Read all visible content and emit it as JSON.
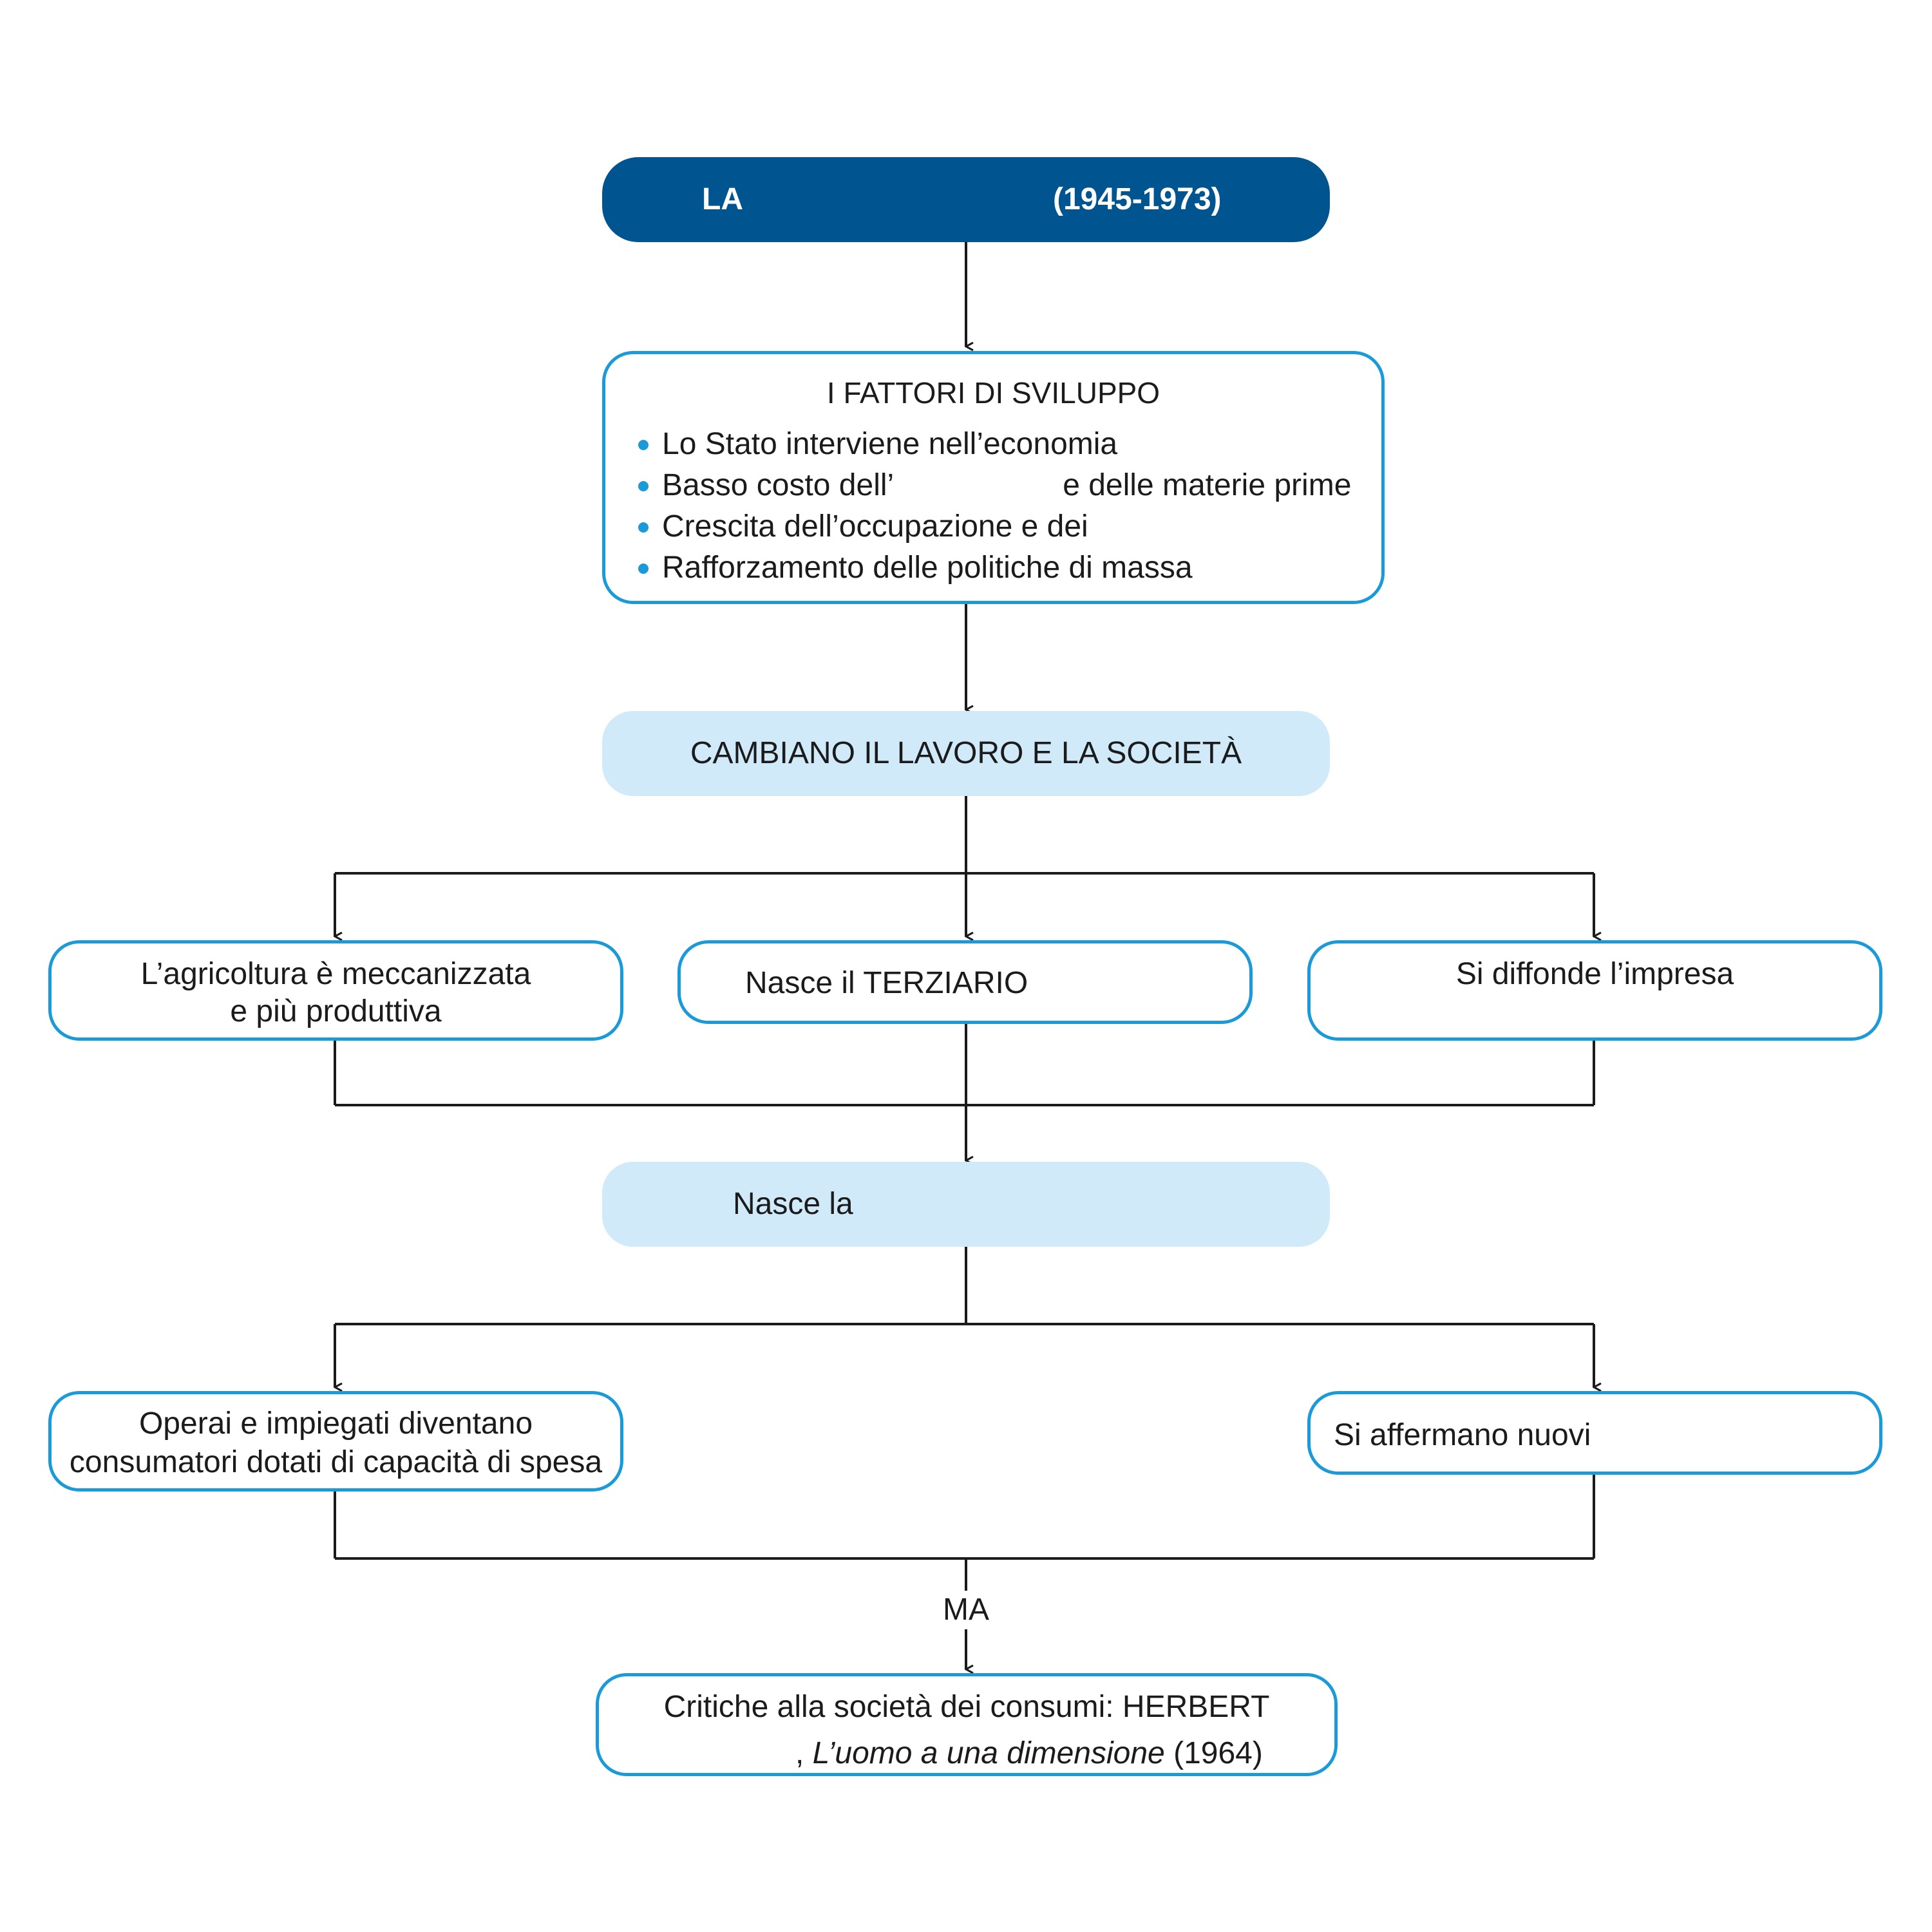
{
  "title": {
    "prefix": "LA",
    "years": "(1945-1973)"
  },
  "factors": {
    "heading": "I FATTORI DI SVILUPPO",
    "items": [
      {
        "text": "Lo Stato interviene nell’economia"
      },
      {
        "before": "Basso costo dell’",
        "after": "e delle materie prime"
      },
      {
        "text": "Crescita dell’occupazione e dei"
      },
      {
        "text": "Rafforzamento delle politiche di massa"
      }
    ]
  },
  "changes": {
    "label": "CAMBIANO IL LAVORO E LA SOCIETÀ"
  },
  "branches": {
    "agriculture": {
      "line1": "L’agricoltura è meccanizzata",
      "line2": "e più produttiva"
    },
    "tertiary": {
      "label": "Nasce il TERZIARIO"
    },
    "enterprise": {
      "label": "Si diffonde l’impresa"
    }
  },
  "birth": {
    "label": "Nasce la"
  },
  "consumers": {
    "workers": {
      "line1": "Operai e impiegati diventano",
      "line2": "consumatori dotati di capacità di spesa"
    },
    "new": {
      "label": "Si affermano nuovi"
    }
  },
  "connector_label": "MA",
  "critique": {
    "line1": "Critiche alla società dei consumi: HERBERT",
    "line2_prefix": ", ",
    "book": "L’uomo a una dimensione",
    "year": "(1964)"
  },
  "colors": {
    "title_fill": "#005591",
    "outline": "#1a9ad9",
    "light_fill": "#d0eaf9",
    "connector": "#1b1b1b"
  }
}
